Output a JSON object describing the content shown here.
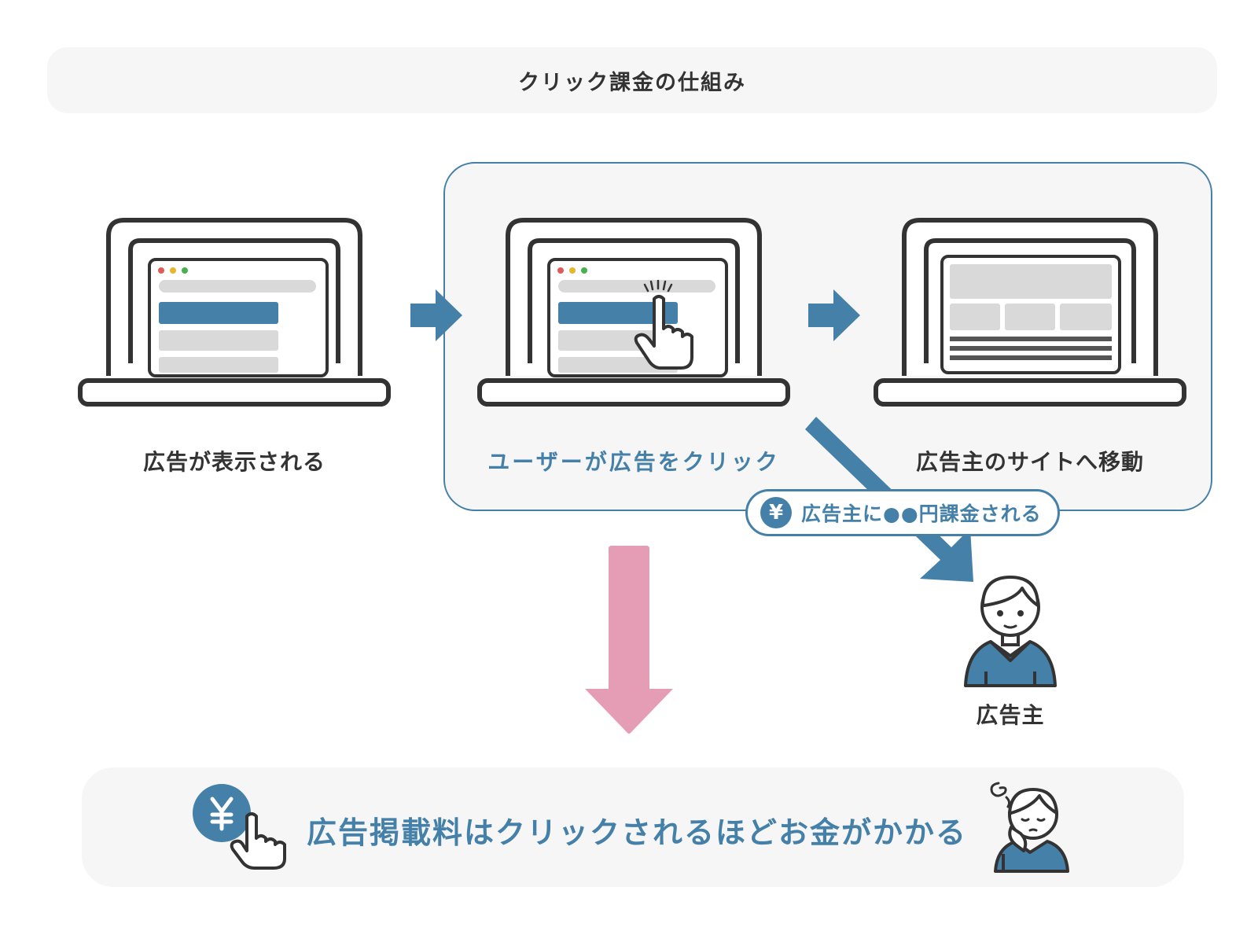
{
  "title": "クリック課金の仕組み",
  "steps": [
    {
      "label": "広告が表示される"
    },
    {
      "label": "ユーザーが広告をクリック"
    },
    {
      "label": "広告主のサイトへ移動"
    }
  ],
  "charge": {
    "icon": "yen-coin-icon",
    "symbol": "¥",
    "text": "広告主に●●円課金される"
  },
  "advertiser": {
    "label": "広告主"
  },
  "summary": {
    "symbol": "¥",
    "text": "広告掲載料はクリックされるほどお金がかかる"
  },
  "colors": {
    "accent": "#4480a8",
    "pink_arrow": "#e59db5",
    "panel": "#f7f6f6",
    "outline": "#333333"
  }
}
